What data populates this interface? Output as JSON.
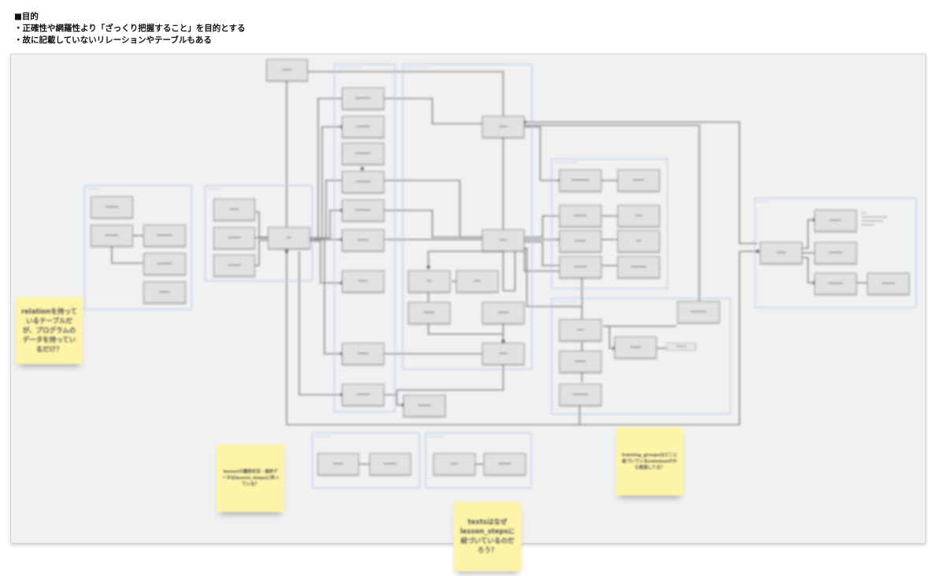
{
  "header": {
    "line1": "■目的",
    "line2": "・正確性や網羅性より「ざっくり把握すること」を目的とする",
    "line3": "・故に記載していないリレーションやテーブルもある"
  },
  "stickies": {
    "relation_note": "relationを持っているテーブルだが、プログラムのデータを持っているだけ？",
    "lesson_note": "lessonの履修状況・進捗データはlesson_stepsに持っている？",
    "texts_note": "textsはなぜlesson_stepsに紐づいているのだろう？",
    "training_note": "training_groupsはどこに紐づいているcommonかから推測してる？"
  }
}
